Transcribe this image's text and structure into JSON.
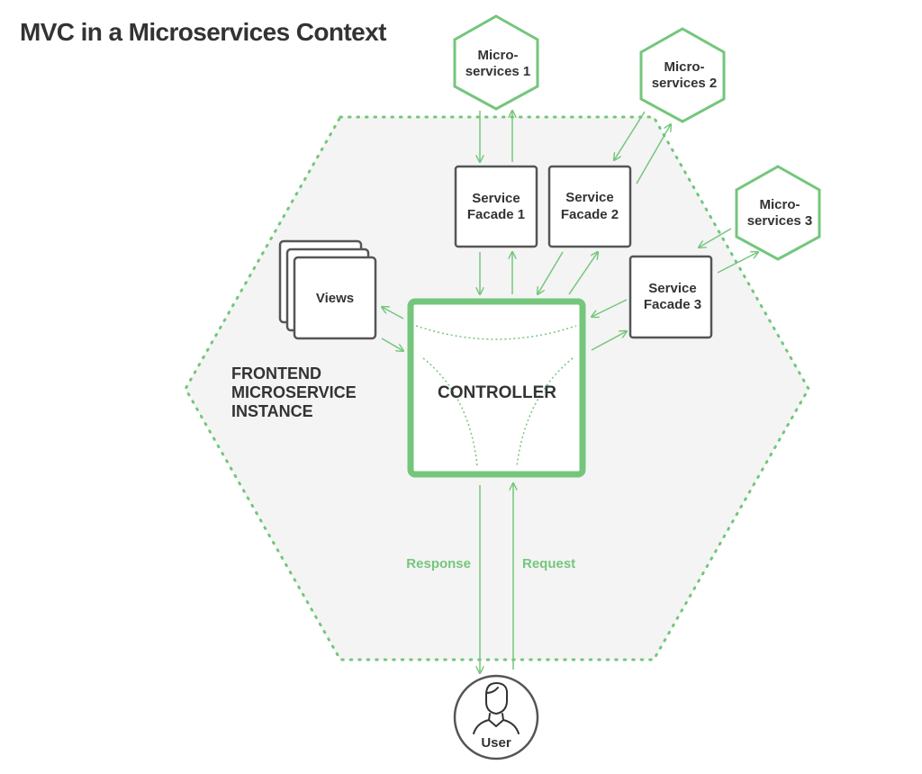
{
  "title": "MVC in a Microservices Context",
  "frontend": {
    "line1": "FRONTEND",
    "line2": "MICROSERVICE",
    "line3": "INSTANCE"
  },
  "controller": {
    "label": "CONTROLLER"
  },
  "views": {
    "label": "Views"
  },
  "facades": [
    {
      "line1": "Service",
      "line2": "Facade 1"
    },
    {
      "line1": "Service",
      "line2": "Facade 2"
    },
    {
      "line1": "Service",
      "line2": "Facade 3"
    }
  ],
  "microservices": [
    {
      "line1": "Micro-",
      "line2": "services 1"
    },
    {
      "line1": "Micro-",
      "line2": "services 2"
    },
    {
      "line1": "Micro-",
      "line2": "services 3"
    }
  ],
  "labels": {
    "response": "Response",
    "request": "Request"
  },
  "user": {
    "label": "User",
    "icon": "user-icon"
  },
  "colors": {
    "accent": "#74c67c",
    "box_border": "#555555",
    "text": "#333333",
    "frontend_fill": "#f4f4f4"
  }
}
